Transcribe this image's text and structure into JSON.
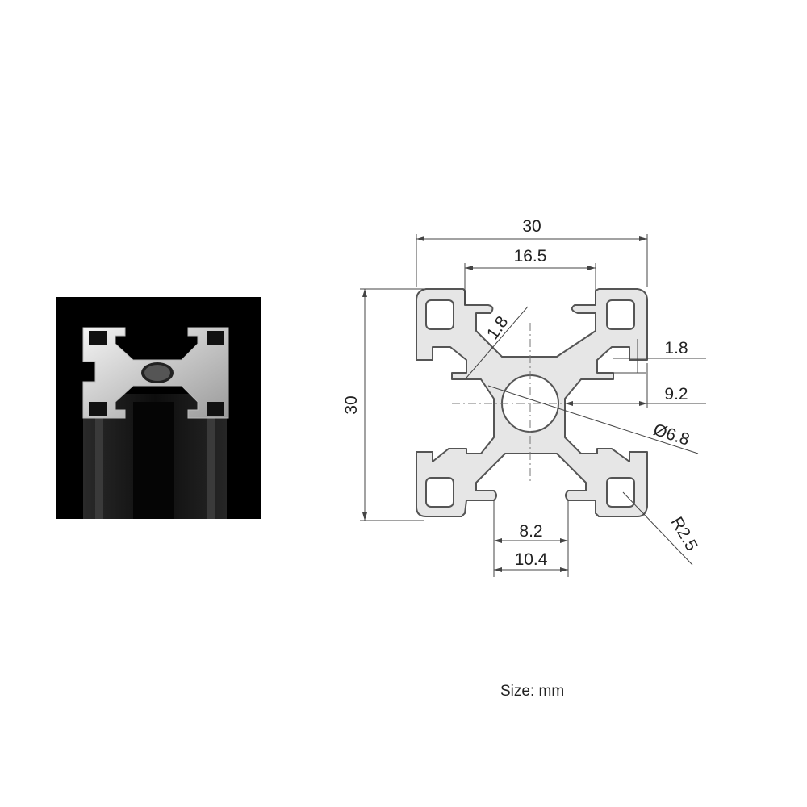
{
  "photo": {
    "alt": "black anodized aluminium extrusion profile"
  },
  "dimensions": {
    "width_overall": "30",
    "slot_outer": "16.5",
    "wall_diagonal": "1.8",
    "wall_side": "1.8",
    "center_offset": "9.2",
    "bore_diameter": "Ø6.8",
    "height_overall": "30",
    "slot_opening": "8.2",
    "slot_inner": "10.4",
    "corner_radius": "R2.5"
  },
  "note": "Size: mm",
  "colors": {
    "profile_fill": "#e6e6e6",
    "profile_stroke": "#555555",
    "photo_bg": "#000000"
  }
}
